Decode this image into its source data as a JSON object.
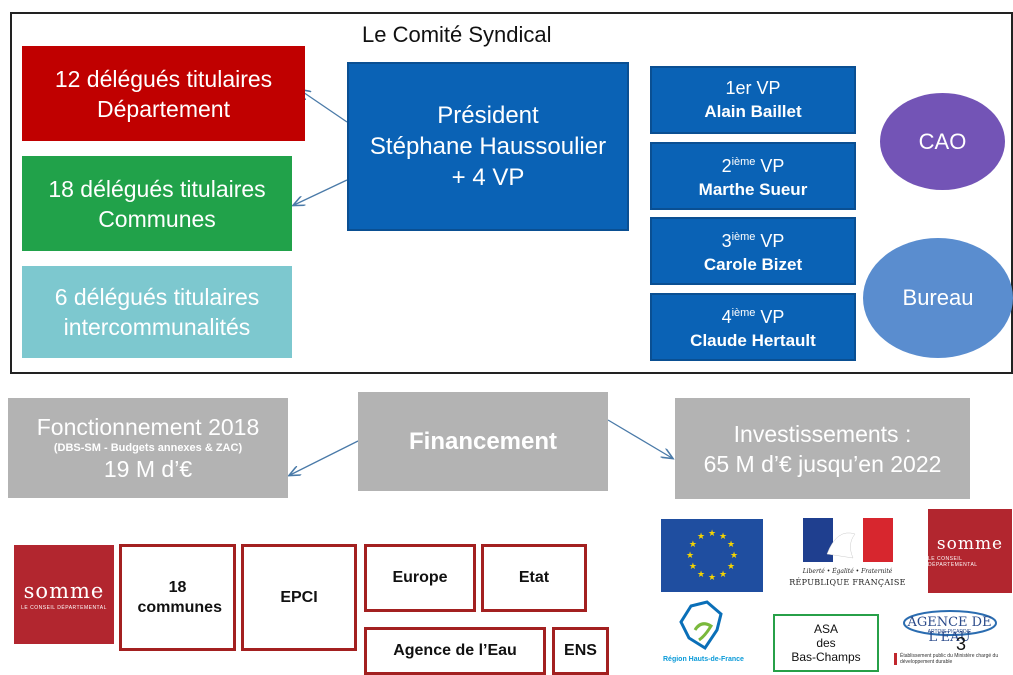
{
  "header": {
    "title": "Le Comité Syndical"
  },
  "delegates": [
    {
      "line1": "12 délégués titulaires",
      "line2": "Département",
      "color": "#c00000"
    },
    {
      "line1": "18 délégués titulaires",
      "line2": "Communes",
      "color": "#21a24a"
    },
    {
      "line1": "6 délégués titulaires",
      "line2": "intercommunalités",
      "color": "#7dc8cf"
    }
  ],
  "president": {
    "line1": "Président",
    "line2": "Stéphane Haussoulier",
    "line3": "+ 4 VP"
  },
  "vps": [
    {
      "rank": "1er VP",
      "name": "Alain Baillet"
    },
    {
      "num": "2",
      "sup": "ième",
      "suffix": " VP",
      "name": "Marthe Sueur"
    },
    {
      "num": "3",
      "sup": "ième",
      "suffix": " VP",
      "name": "Carole Bizet"
    },
    {
      "num": "4",
      "sup": "ième",
      "suffix": " VP",
      "name": "Claude Hertault"
    }
  ],
  "circles": {
    "cao": "CAO",
    "bureau": "Bureau"
  },
  "finance": {
    "center": "Financement",
    "fonctionnement": {
      "title": "Fonctionnement 2018",
      "detail": "(DBS-SM - Budgets annexes & ZAC)",
      "amount": "19 M d’€"
    },
    "investissements": {
      "line1": "Investissements :",
      "line2": "65 M d’€ jusqu’en 2022"
    }
  },
  "sources": [
    "18 communes",
    "EPCI",
    "Europe",
    "Etat",
    "Agence de l’Eau",
    "ENS"
  ],
  "logos": {
    "somme": "somme",
    "somme_sub": "LE CONSEIL DÉPARTEMENTAL",
    "rf_motto": "Liberté • Égalité • Fraternité",
    "rf_name": "RÉPUBLIQUE FRANÇAISE",
    "region": "Région Hauts-de-France",
    "asa": {
      "line1": "ASA",
      "line2": "des",
      "line3": "Bas-Champs"
    },
    "agence": "AGENCE DE L'EAU",
    "agence_sub": "ARTOIS-PICARDIE",
    "agence_desc": "Établissement public du Ministère chargé du développement durable"
  },
  "page_number": "3"
}
